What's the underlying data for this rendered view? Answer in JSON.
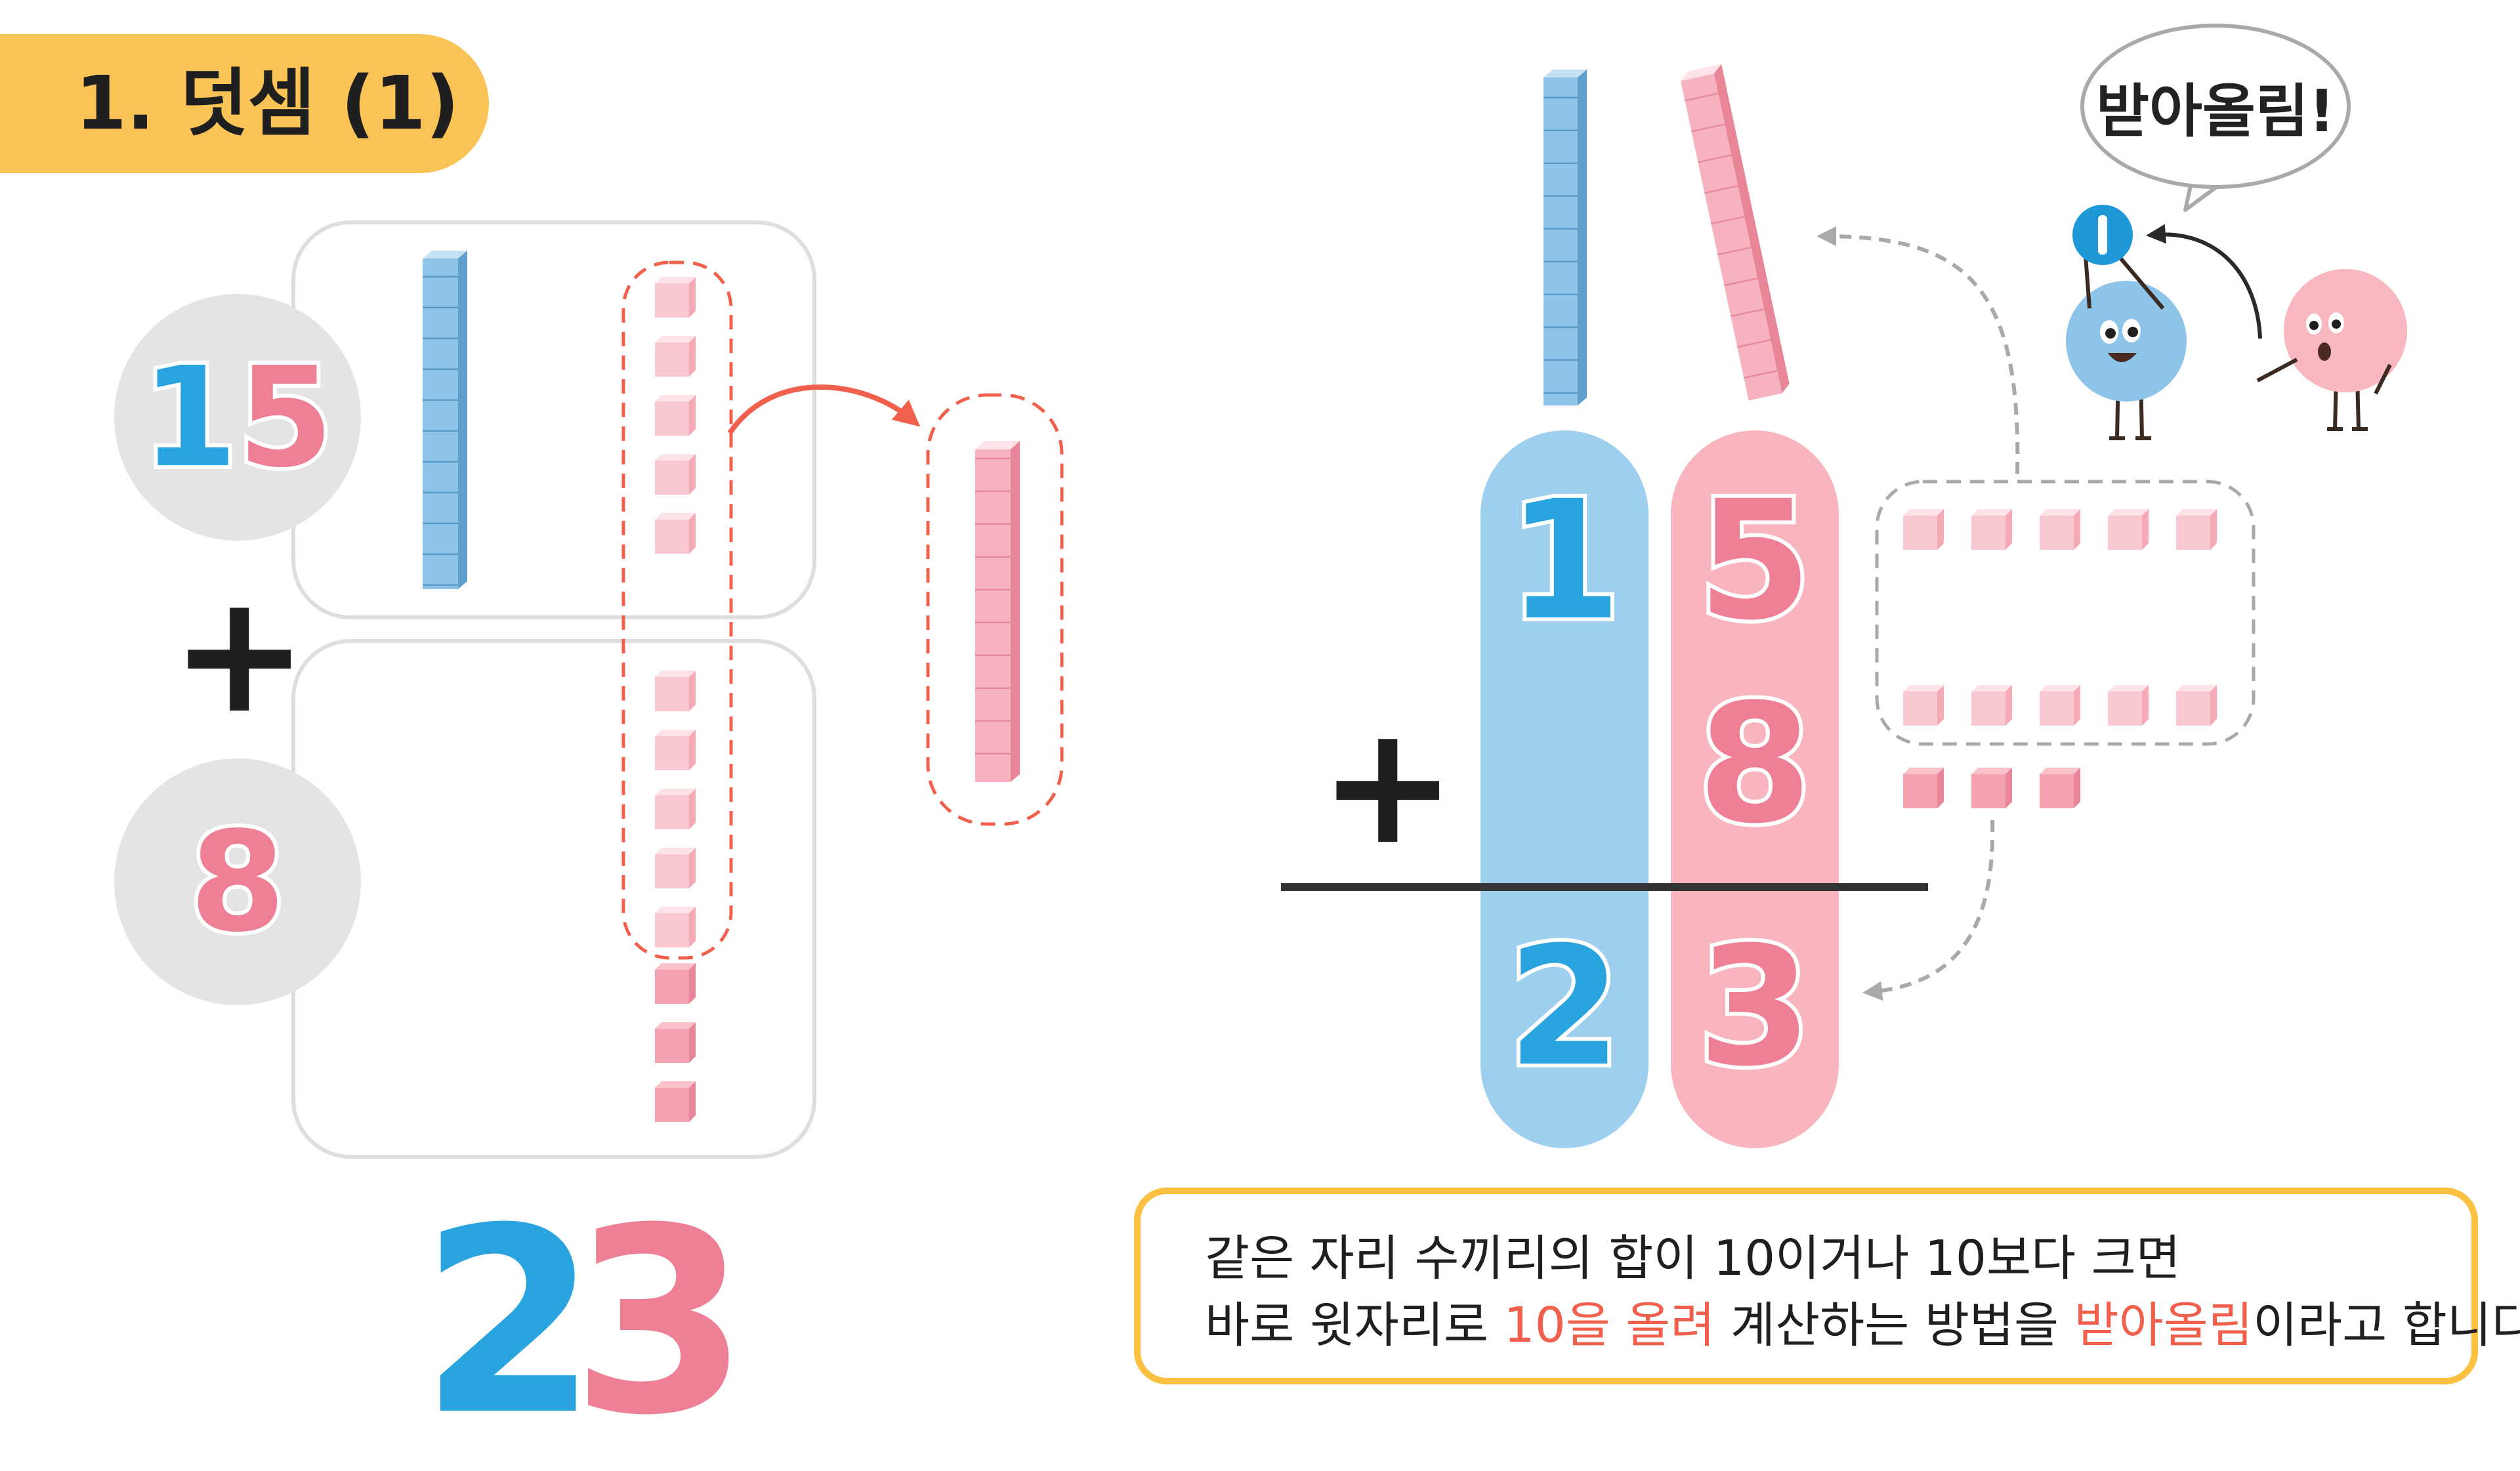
{
  "title": "1. 덧셈 (1)",
  "left_panel": {
    "addend_1": {
      "tens": "1",
      "ones": "5"
    },
    "operator": "+",
    "addend_2": "8",
    "result": {
      "tens": "2",
      "ones": "3"
    }
  },
  "column_panel": {
    "top": {
      "tens": "1",
      "ones": "5"
    },
    "operator": "+",
    "bottom_ones": "8",
    "result": {
      "tens": "2",
      "ones": "3"
    }
  },
  "carry_token": "1",
  "speech_bubble": "받아올림!",
  "note": {
    "line1": "같은 자리 수끼리의 합이 10이거나 10보다 크면",
    "line2_part1": "바로 윗자리로 ",
    "line2_highlight1": "10을 올려",
    "line2_part2": " 계산하는 방법을 ",
    "line2_highlight2": "받아올림",
    "line2_part3": "이라고 합니다."
  },
  "colors": {
    "title_tab": "#fac355",
    "tens_blue": "#2aa4de",
    "ones_pink": "#ee7f95",
    "tens_column": "#9ecfee",
    "ones_column": "#f8b5be",
    "highlight": "#f0604c",
    "note_border": "#fbc03f"
  },
  "icons": [
    "ten-rod-blue",
    "ten-rod-pink",
    "unit-cube-pink",
    "arrow-right",
    "arrow-dashed",
    "blue-character",
    "pink-character"
  ]
}
